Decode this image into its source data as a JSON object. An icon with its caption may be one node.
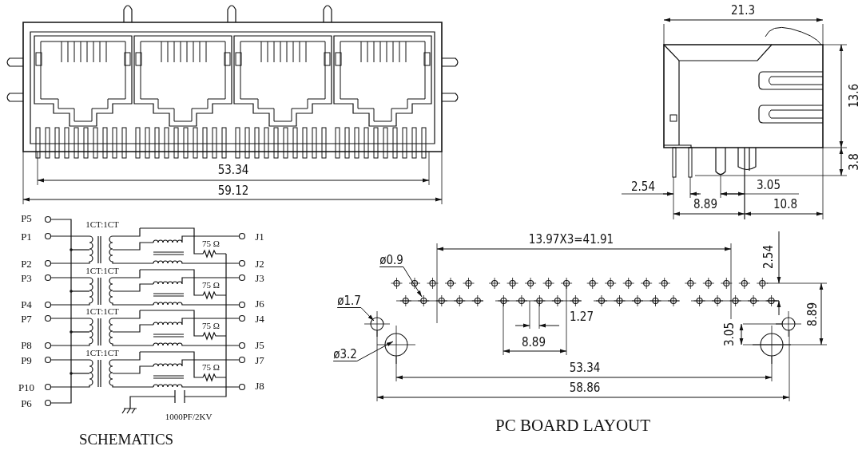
{
  "diagram": {
    "nodes": [
      {
        "text": [
          "ø0.9"
        ]
      },
      {
        "text": [
          "ø1.7"
        ]
      },
      {
        "text": [
          "ø3.2"
        ]
      }
    ],
    "edges": [
      {
        "from": 0,
        "to": null,
        "arrow": "to"
      },
      {
        "from": 1,
        "to": null,
        "arrow": "to"
      },
      {
        "from": 2,
        "to": null,
        "arrow": "to"
      }
    ],
    "labels": [
      "21.3",
      "13.6",
      "53.34",
      "3.8",
      "59.12",
      "2.54",
      "3.05",
      "8.89",
      "10.8",
      "P5",
      "1CT:1CT",
      "P1",
      "75 Ω",
      "J1",
      "P2",
      "J2",
      "P3",
      "1CT:1CT",
      "75 Ω",
      "J3",
      "P4",
      "J6",
      "P7",
      "1CT:1CT",
      "75 Ω",
      "J4",
      "P8",
      "J5",
      "P9",
      "1CT:1CT",
      "75 Ω",
      "J7",
      "P10",
      "J8",
      "P6",
      "1000PF/2KV",
      "SCHEMATICS",
      "13.97X3=41.91",
      "2.54",
      "1.27",
      "8.89",
      "3.05",
      "8.89",
      "53.34",
      "58.86",
      "PC BOARD LAYOUT"
    ]
  }
}
